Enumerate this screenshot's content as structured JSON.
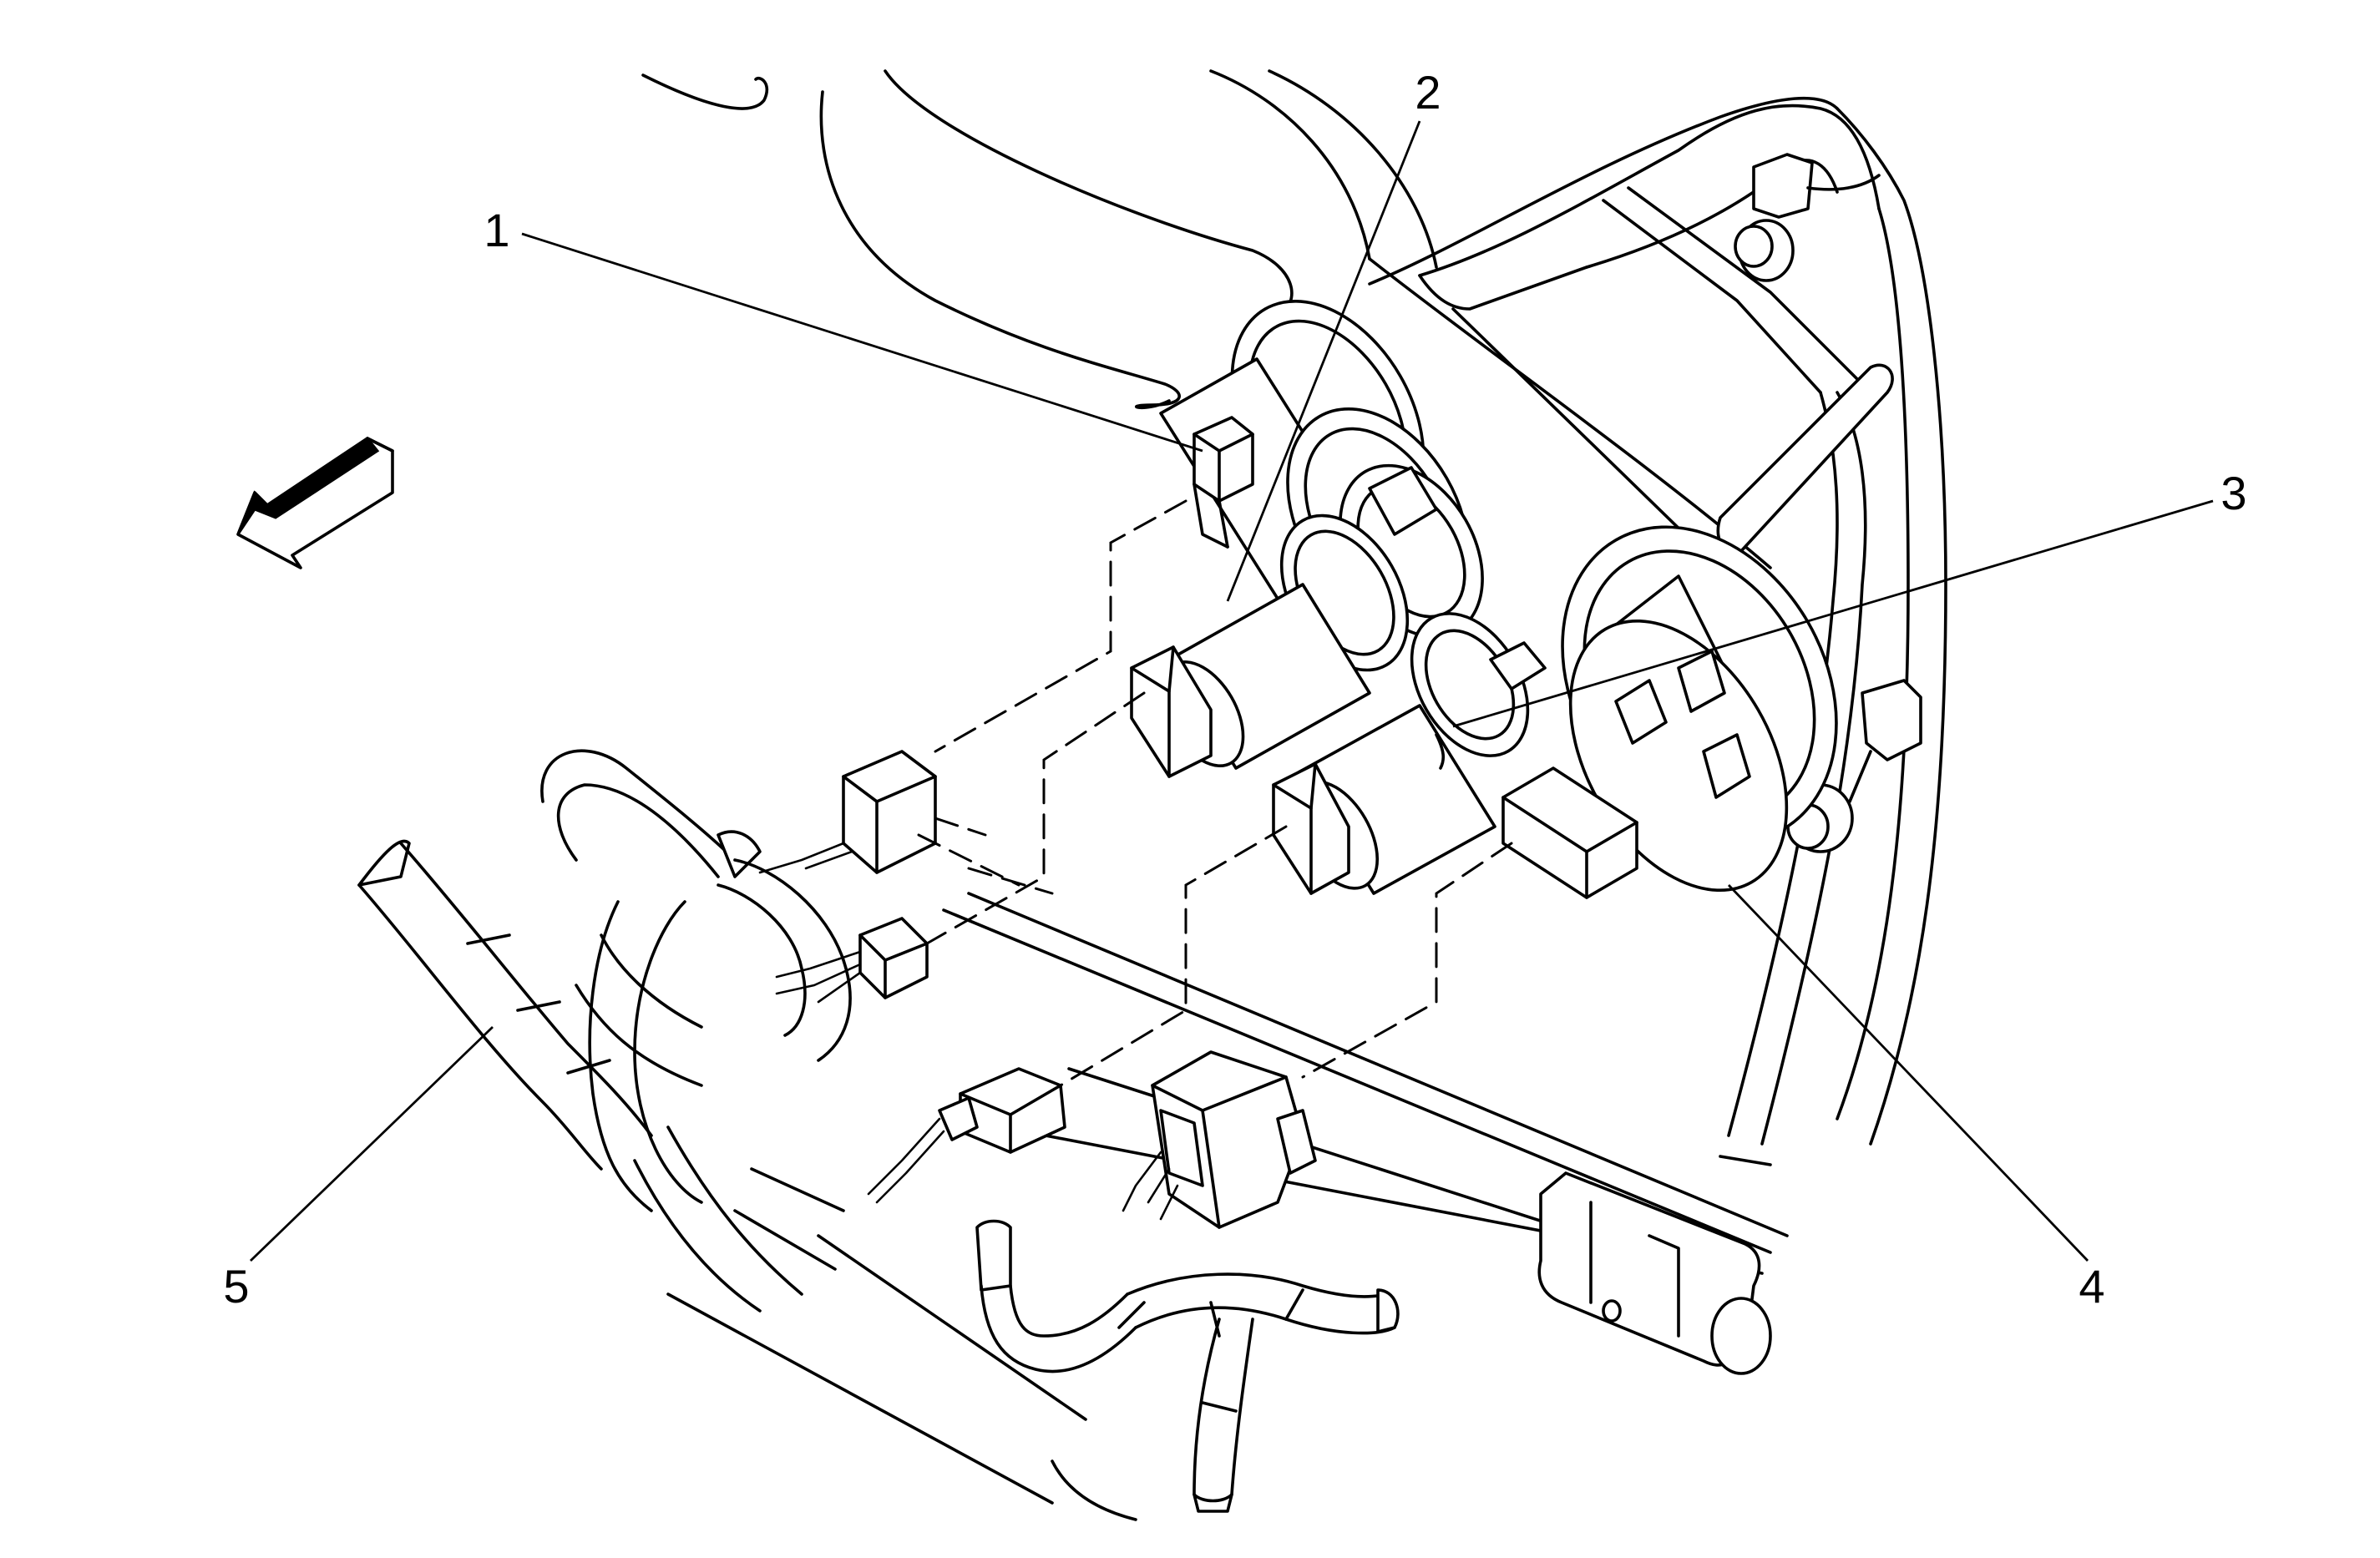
{
  "diagram": {
    "callouts": [
      {
        "id": "1",
        "label": "1"
      },
      {
        "id": "2",
        "label": "2"
      },
      {
        "id": "3",
        "label": "3"
      },
      {
        "id": "4",
        "label": "4"
      },
      {
        "id": "5",
        "label": "5"
      }
    ],
    "icons": [
      "front-direction-arrow-icon"
    ]
  }
}
